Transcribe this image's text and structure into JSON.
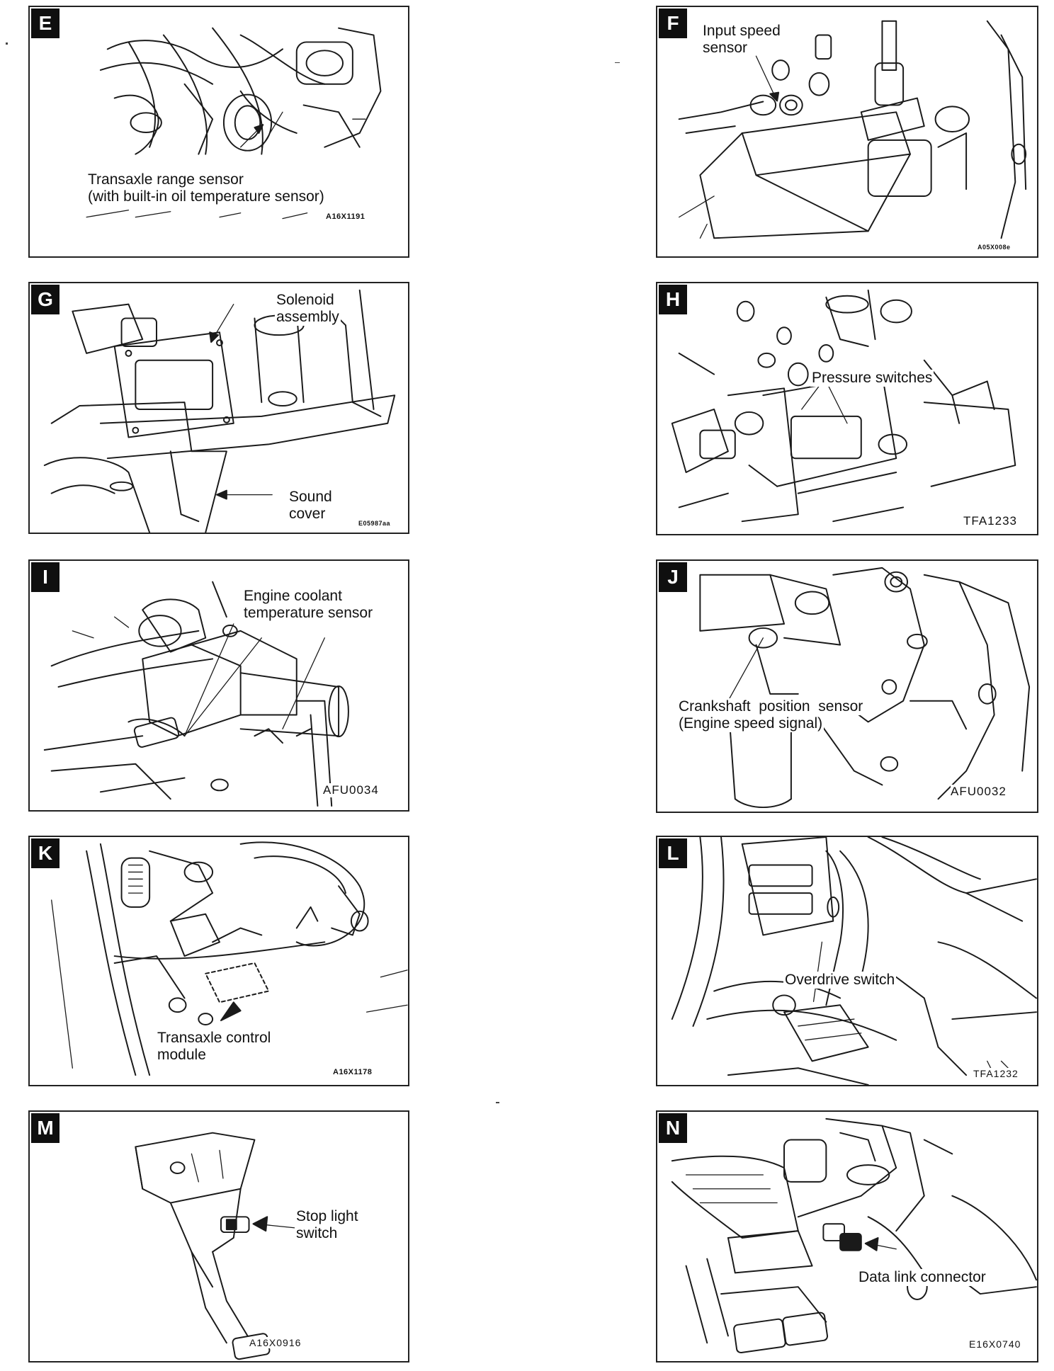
{
  "panels": {
    "E": {
      "letter": "E",
      "label1": "Transaxle range sensor",
      "label2": "(with built-in oil temperature sensor)",
      "code": "A16X1191"
    },
    "F": {
      "letter": "F",
      "label1": "Input speed",
      "label2": "sensor",
      "code": "A05X008e"
    },
    "G": {
      "letter": "G",
      "label1": "Solenoid",
      "label2": "assembly",
      "label3": "Sound",
      "label4": "cover",
      "code": "E05987aa"
    },
    "H": {
      "letter": "H",
      "label1": "Pressure switches",
      "code": "TFA1233"
    },
    "I": {
      "letter": "I",
      "label1": "Engine coolant",
      "label2": "temperature sensor",
      "code": "AFU0034"
    },
    "J": {
      "letter": "J",
      "label1": "Crankshaft  position  sensor",
      "label2": "(Engine speed signal)",
      "code": "AFU0032"
    },
    "K": {
      "letter": "K",
      "label1": "Transaxle control",
      "label2": "module",
      "code": "A16X1178"
    },
    "L": {
      "letter": "L",
      "label1": "Overdrive switch",
      "code": "TFA1232"
    },
    "M": {
      "letter": "M",
      "label1": "Stop light",
      "label2": "switch",
      "code": "A16X0916"
    },
    "N": {
      "letter": "N",
      "label1": "Data link connector",
      "code": "E16X0740"
    }
  }
}
